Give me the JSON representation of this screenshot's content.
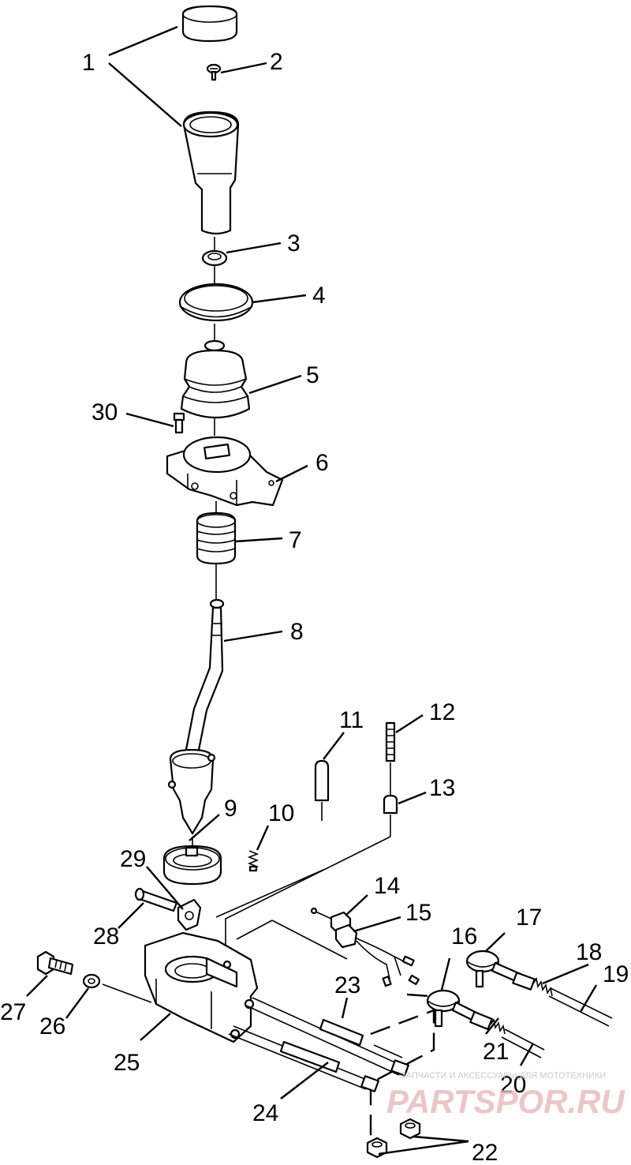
{
  "callouts": {
    "c1": "1",
    "c2": "2",
    "c3": "3",
    "c4": "4",
    "c5": "5",
    "c6": "6",
    "c7": "7",
    "c8": "8",
    "c9": "9",
    "c10": "10",
    "c11": "11",
    "c12": "12",
    "c13": "13",
    "c14": "14",
    "c15": "15",
    "c16": "16",
    "c17": "17",
    "c18": "18",
    "c19": "19",
    "c20": "20",
    "c21": "21",
    "c22": "22",
    "c23": "23",
    "c24": "24",
    "c25": "25",
    "c26": "26",
    "c27": "27",
    "c28": "28",
    "c29": "29",
    "c30": "30"
  },
  "watermark": {
    "tagline": "ЗАПЧАСТИ И АКСЕССУАРЫ ДЛЯ МОТОТЕХНИКИ",
    "logo": "PARTSPOR.RU"
  }
}
